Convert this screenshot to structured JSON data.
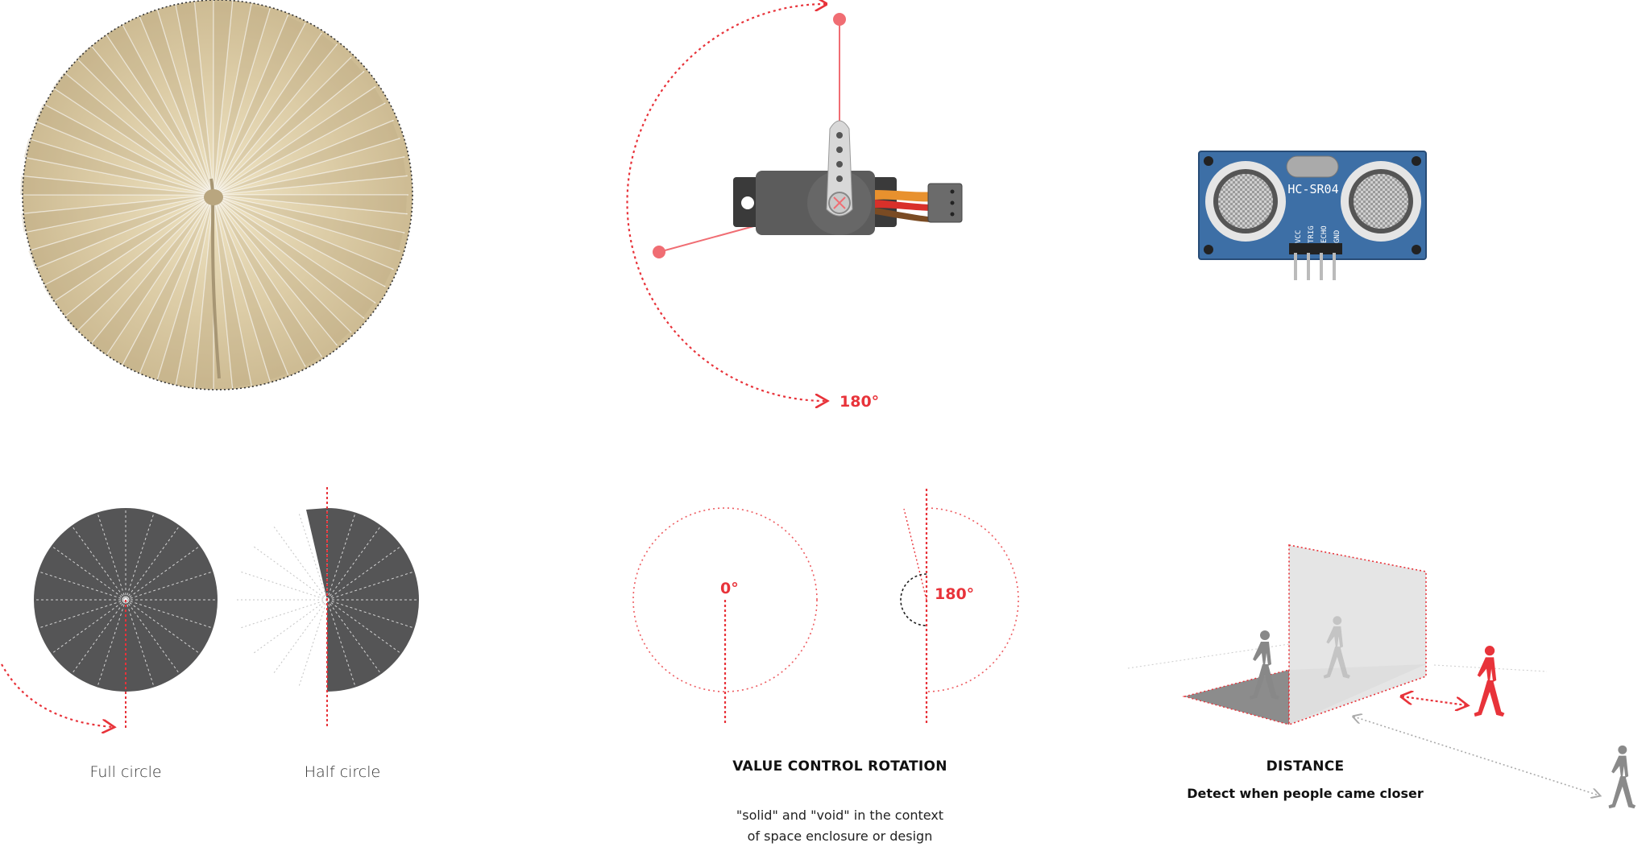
{
  "labels": {
    "full_circle": "Full circle",
    "half_circle": "Half circle",
    "value_control_heading": "VALUE CONTROL ROTATION",
    "value_control_line1": "\"solid\" and \"void\" in the context",
    "value_control_line2": "of space enclosure or design",
    "distance_heading": "DISTANCE",
    "distance_sub": "Detect when people came closer",
    "servo_angle": "180°",
    "rotation_zero": "0°",
    "rotation_180": "180°"
  },
  "sensor": {
    "model": "HC-SR04",
    "pins": [
      "VCC",
      "TRIG",
      "ECHO",
      "GND"
    ]
  },
  "colors": {
    "accent_red": "#e8333a",
    "soft_red": "#f06d73",
    "dark_disc": "#555556",
    "paper": "#d9c9a3",
    "board_blue": "#3d6fa6",
    "figure_gray": "#8a8a8a"
  },
  "icons": [
    "folded-paper-fan",
    "servo-motor-icon",
    "ultrasonic-sensor-icon",
    "walking-person-icon"
  ]
}
